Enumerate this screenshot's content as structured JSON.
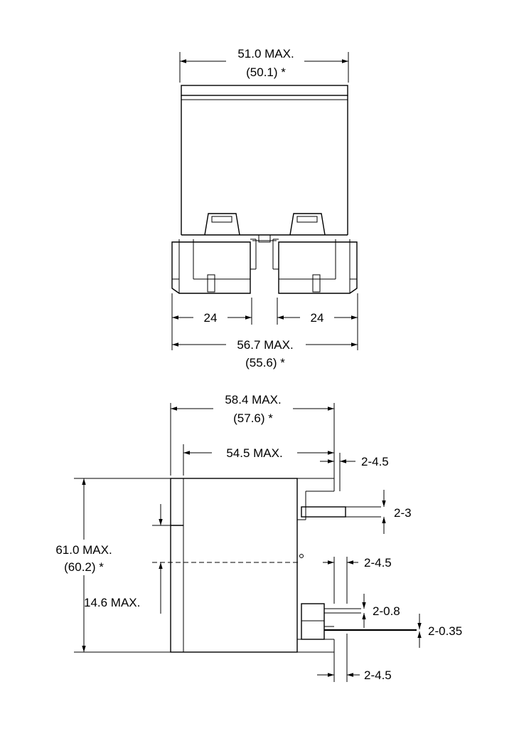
{
  "top_view": {
    "width_max": "51.0 MAX.",
    "width_nominal": "(50.1) *",
    "pitch_left": "24",
    "pitch_right": "24",
    "base_width_max": "56.7 MAX.",
    "base_width_nominal": "(55.6) *"
  },
  "side_view": {
    "length_max": "58.4 MAX.",
    "length_nominal": "(57.6) *",
    "body_length": "54.5 MAX.",
    "height_max": "61.0 MAX.",
    "height_nominal": "(60.2) *",
    "lower_height": "14.6 MAX.",
    "terminal_spacing_top": "2-4.5",
    "terminal_thickness_top": "2-3",
    "terminal_spacing_mid": "2-4.5",
    "pin_width": "2-0.8",
    "pin_thickness": "2-0.35",
    "terminal_spacing_bottom": "2-4.5"
  }
}
